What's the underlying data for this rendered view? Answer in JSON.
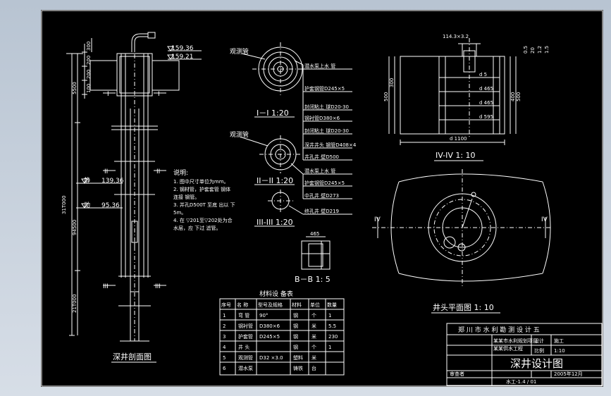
{
  "colors": {
    "background": "#000000",
    "line": "#ffffff",
    "viewport": "#c9d3de"
  },
  "section": {
    "title": "深井剖面图",
    "cut_labels": {
      "c1": "I",
      "c1b": "I",
      "c2": "II",
      "c2b": "II",
      "c3": "III",
      "c3b": "III"
    },
    "dims_vertical": [
      "5500",
      "31T000",
      "94500",
      "21T000"
    ],
    "dims_top": [
      "300",
      "200",
      "200",
      "100"
    ],
    "elevations": {
      "e1": "159.36",
      "e2": "159.21",
      "static_label": "静",
      "static_value": "139.36",
      "dynamic_label": "动",
      "dynamic_value": "95.36"
    }
  },
  "notes": {
    "title": "说明:",
    "items": [
      "1. 图中尺寸单位为mm。",
      "2. 钢材管，护套套管 钢体",
      "   连接 钢管。",
      "3. 并孔D500T 至底 出以 下",
      "   5m。",
      "4. 在 ▽201至▽202处为合",
      "   水层，应 下过 滤管。"
    ]
  },
  "cross": {
    "obs1_label": "观测管",
    "obs2_label": "观测管",
    "s1_title": "I－I 1:20",
    "s2_title": "II－II 1:20",
    "s3_title": "III-III 1:20",
    "leaders": [
      "潜水泵上水 管",
      "护套钢管D245×5",
      "封闭粘土 球D20-30",
      "钢衬管D380×6",
      "封闭粘土 球D20-30",
      "深井井头 钢管D408×4",
      "井孔井 壁D500",
      "潜水泵上水 管",
      "护套钢管D245×5",
      "中孔井 壁D273",
      "终孔井 壁D219"
    ]
  },
  "detail": {
    "title": "B－B 1: 5",
    "dim": "465"
  },
  "section4": {
    "title": "IV-IV 1: 10",
    "top_label": "114.3×3.2",
    "dims_left": [
      "300",
      "500"
    ],
    "dims_right": [
      "400",
      "500"
    ],
    "dims_bottom": [
      "d 1100"
    ],
    "inner": [
      "d 5",
      "d 465",
      "d 465",
      "d 595"
    ],
    "top_right": [
      "0.5",
      "20",
      "1.2",
      "1.5"
    ]
  },
  "plan": {
    "title": "井头平面图 1: 10",
    "iv_left": "IV",
    "iv_right": "IV"
  },
  "materials": {
    "title": "材料设 备表",
    "headers": [
      "序号",
      "名 称",
      "型号及规格",
      "材料",
      "单位",
      "数量"
    ],
    "rows": [
      [
        "1",
        "弯 管",
        "90°",
        "钢",
        "个",
        "1"
      ],
      [
        "2",
        "钢衬管",
        "D380×6",
        "钢",
        "米",
        "5.5"
      ],
      [
        "3",
        "护套管",
        "D245×5",
        "钢",
        "米",
        "230"
      ],
      [
        "4",
        "井 头",
        "",
        "钢",
        "个",
        "1"
      ],
      [
        "5",
        "观测管",
        "D32 ×3.0",
        "塑料",
        "米",
        ""
      ],
      [
        "6",
        "潜水泵",
        "",
        "铸铁",
        "台",
        ""
      ]
    ]
  },
  "titleblock": {
    "institute": "郑 川 市 水 利 勘 测 设 计 五",
    "project_line1": "某某市水利规划项目",
    "project_line2": "某某供水工程",
    "drawing_title": "深井设计图",
    "stage_label": "设计",
    "stage_value": "施工",
    "scale_label": "比例",
    "scale_value": "1:10",
    "date_value": "2005年12月",
    "design_label": "审查者",
    "bottom_label": "水工-1.4 / 01"
  }
}
